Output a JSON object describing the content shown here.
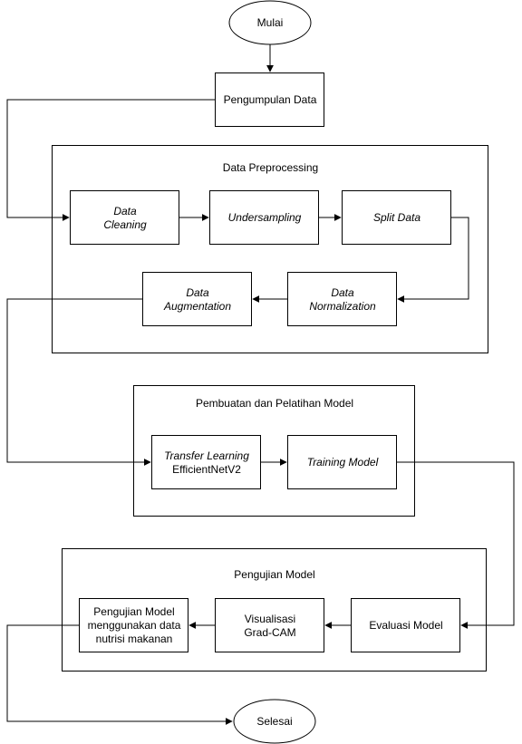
{
  "start": "Mulai",
  "end": "Selesai",
  "collect": "Pengumpulan Data",
  "preprocessing": {
    "title": "Data Preprocessing",
    "cleaning": [
      "Data",
      "Cleaning"
    ],
    "undersampling": "Undersampling",
    "split": "Split Data",
    "normalization": [
      "Data",
      "Normalization"
    ],
    "augmentation": [
      "Data",
      "Augmentation"
    ]
  },
  "model": {
    "title": "Pembuatan dan Pelatihan Model",
    "transfer": [
      "Transfer Learning",
      "EfficientNetV2"
    ],
    "training": "Training Model"
  },
  "testing": {
    "title": "Pengujian Model",
    "evaluation": "Evaluasi Model",
    "visual": [
      "Visualisasi",
      "Grad-CAM"
    ],
    "nutrition": [
      "Pengujian Model",
      "menggunakan data",
      "nutrisi makanan"
    ]
  }
}
